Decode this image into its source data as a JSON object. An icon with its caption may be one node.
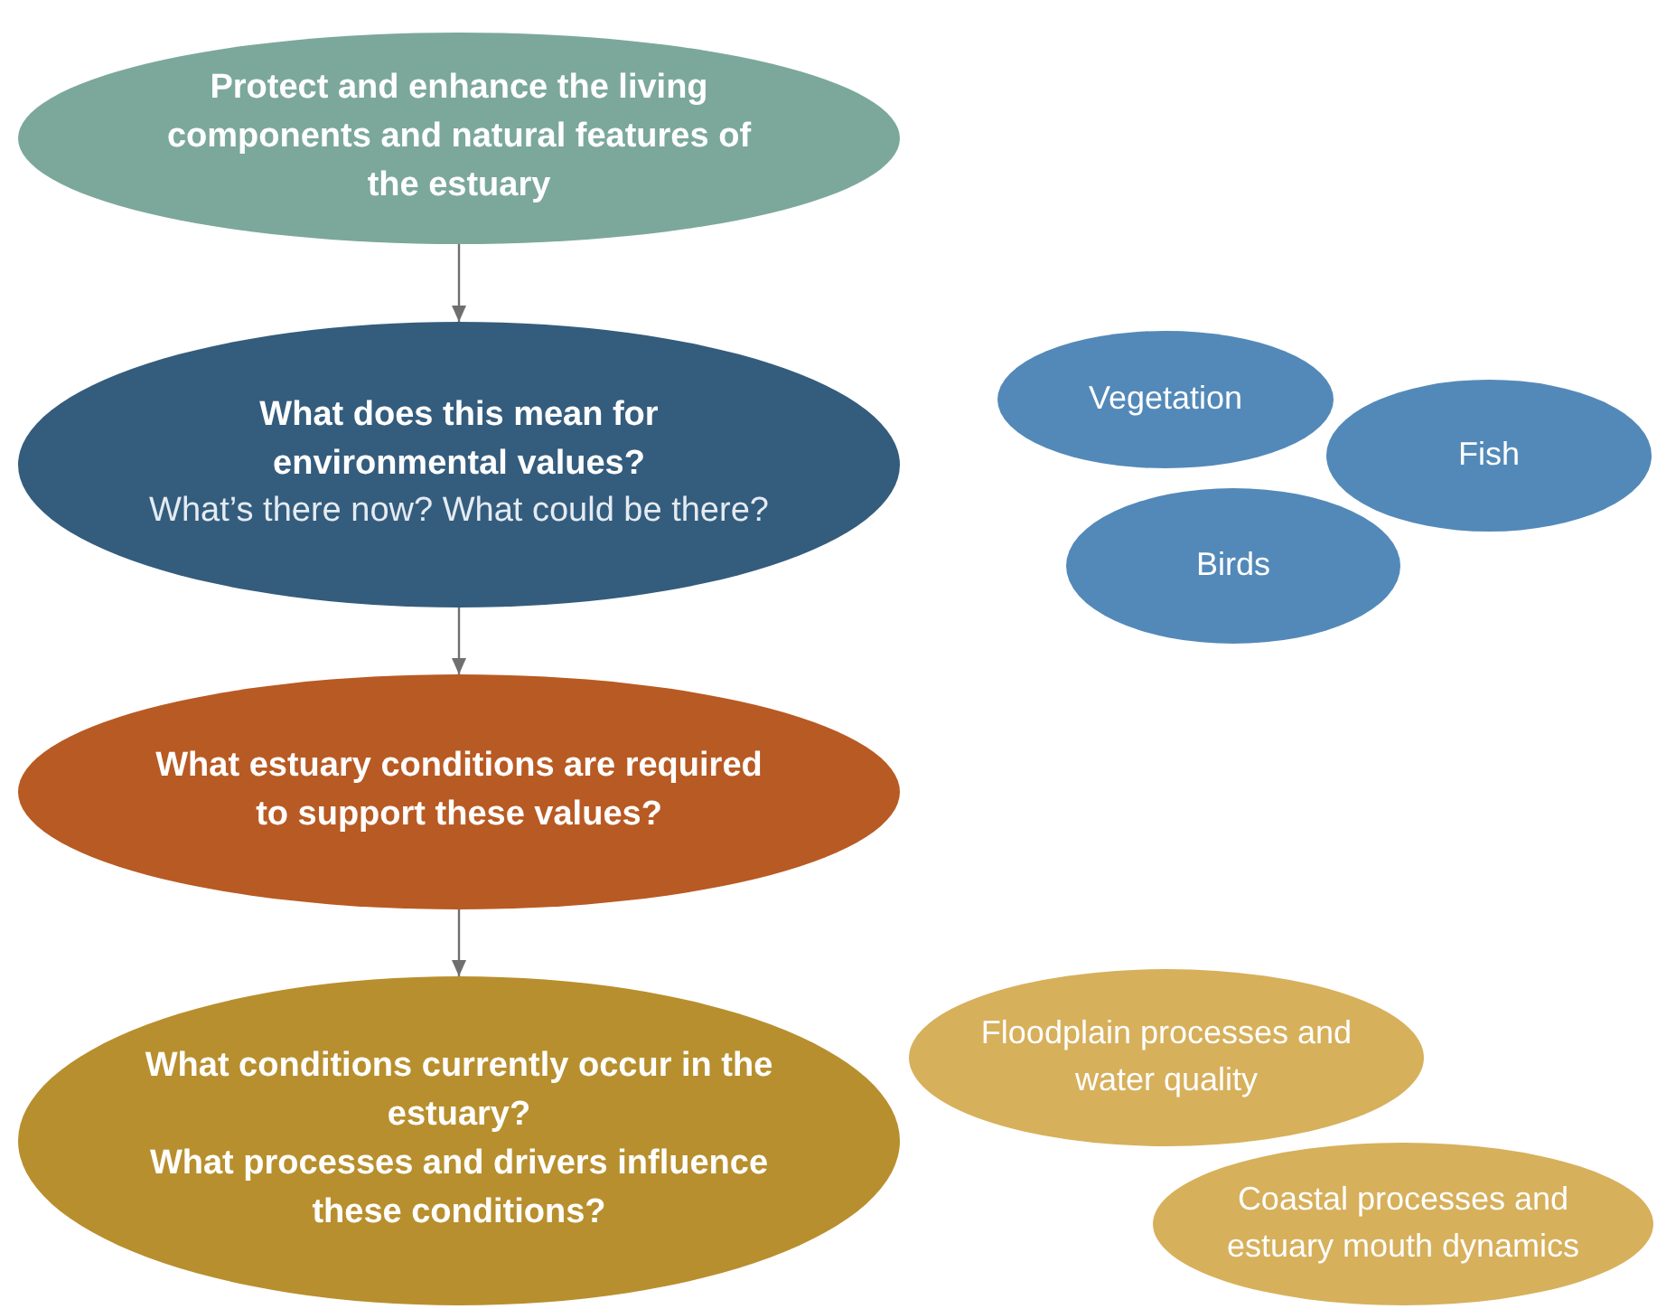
{
  "diagram": {
    "nodes": [
      {
        "text": [
          "Protect and enhance the living components and natural features of the estuary"
        ]
      },
      {
        "text": [
          "What does this mean for environmental values?",
          "What’s there now? What could be there?"
        ]
      },
      {
        "text": [
          "What estuary conditions are required to support these values?"
        ]
      },
      {
        "text": [
          "What conditions currently occur in the estuary?",
          "What processes and drivers influence these conditions?"
        ]
      },
      {
        "text": [
          "Vegetation"
        ]
      },
      {
        "text": [
          "Fish"
        ]
      },
      {
        "text": [
          "Birds"
        ]
      },
      {
        "text": [
          "Floodplain processes and water quality"
        ]
      },
      {
        "text": [
          "Coastal processes and estuary mouth dynamics"
        ]
      }
    ],
    "edges": [
      {
        "from": 0,
        "to": 1,
        "arrow": "to"
      },
      {
        "from": 1,
        "to": 2,
        "arrow": "to"
      },
      {
        "from": 2,
        "to": 3,
        "arrow": "to"
      }
    ]
  }
}
